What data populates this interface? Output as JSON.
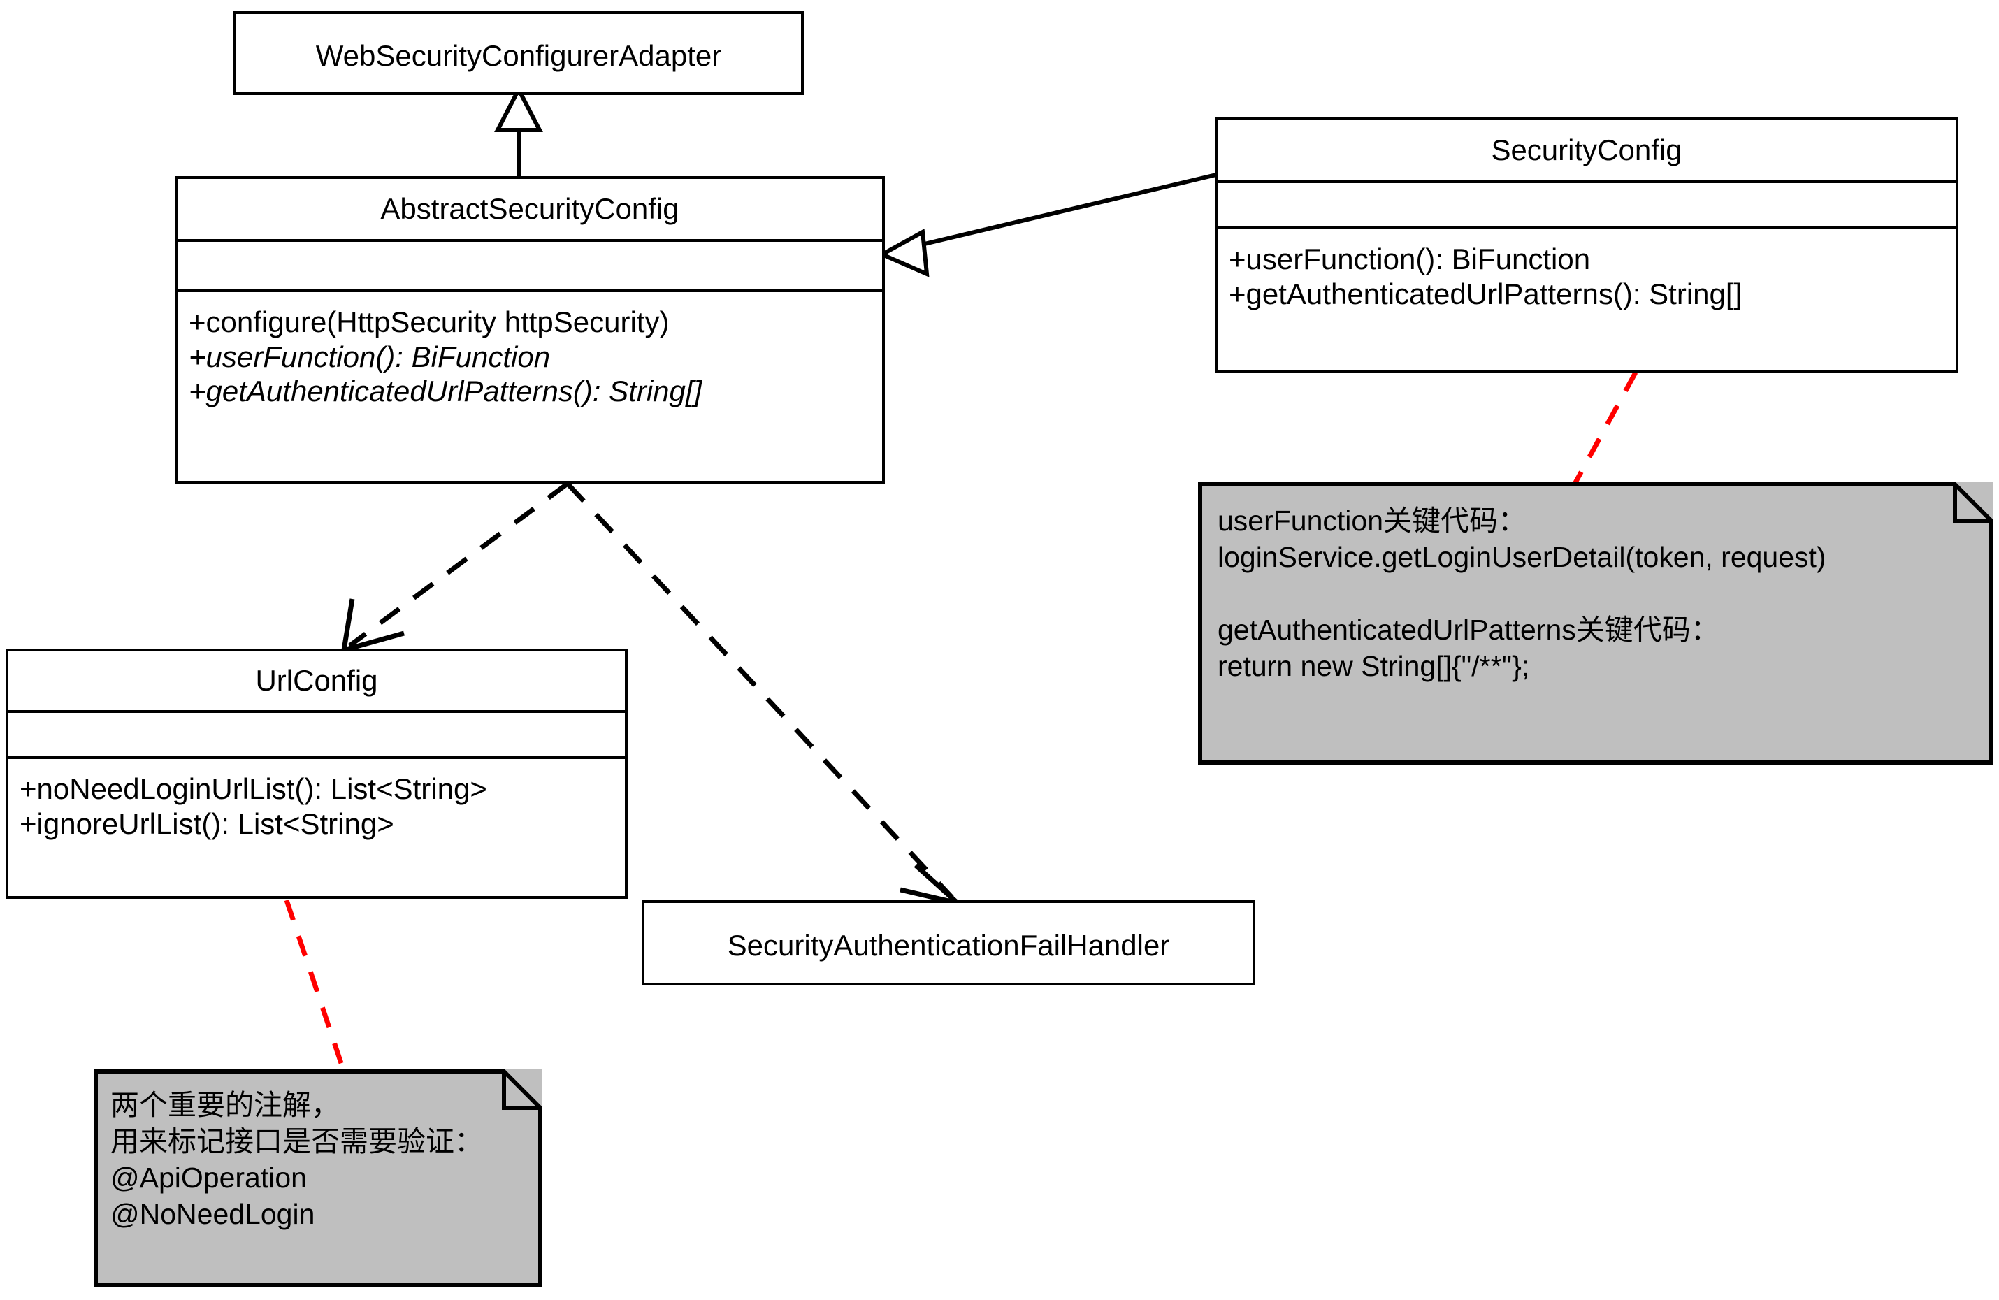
{
  "diagram": {
    "title": "Spring Security Config Class Diagram",
    "background": "#ffffff",
    "note_fill": "#bfbfbf",
    "note_link_color": "#ff0000",
    "line_color": "#000000"
  },
  "classes": [
    {
      "id": "web-security-configurer-adapter",
      "name": "WebSecurityConfigurerAdapter",
      "attributes": [],
      "operations": []
    },
    {
      "id": "abstract-security-config",
      "name": "AbstractSecurityConfig",
      "attributes": [],
      "operations": [
        {
          "text": "+configure(HttpSecurity httpSecurity)",
          "abstract": false
        },
        {
          "text": "+userFunction():  BiFunction",
          "abstract": true
        },
        {
          "text": "+getAuthenticatedUrlPatterns():  String[]",
          "abstract": true
        }
      ]
    },
    {
      "id": "security-config",
      "name": "SecurityConfig",
      "attributes": [],
      "operations": [
        {
          "text": "+userFunction():  BiFunction",
          "abstract": false
        },
        {
          "text": "+getAuthenticatedUrlPatterns():  String[]",
          "abstract": false
        }
      ]
    },
    {
      "id": "url-config",
      "name": "UrlConfig",
      "attributes": [],
      "operations": [
        {
          "text": "+noNeedLoginUrlList():  List<String>",
          "abstract": false
        },
        {
          "text": "+ignoreUrlList():  List<String>",
          "abstract": false
        }
      ]
    },
    {
      "id": "security-authentication-fail-handler",
      "name": "SecurityAuthenticationFailHandler",
      "attributes": [],
      "operations": []
    }
  ],
  "notes": [
    {
      "id": "note-security-config",
      "lines": [
        "userFunction关键代码：",
        "loginService.getLoginUserDetail(token, request)",
        "",
        "getAuthenticatedUrlPatterns关键代码：",
        "return new String[]{\"/**\"};"
      ]
    },
    {
      "id": "note-url-config",
      "lines": [
        "两个重要的注解，",
        "用来标记接口是否需要验证：",
        "@ApiOperation",
        "@NoNeedLogin"
      ]
    }
  ],
  "relations": [
    {
      "id": "generalization-abstract-to-adapter",
      "type": "generalization",
      "from": "AbstractSecurityConfig",
      "to": "WebSecurityConfigurerAdapter",
      "style": "solid"
    },
    {
      "id": "generalization-securityconfig-to-abstract",
      "type": "generalization",
      "from": "SecurityConfig",
      "to": "AbstractSecurityConfig",
      "style": "solid"
    },
    {
      "id": "dependency-abstract-to-urlconfig",
      "type": "dependency",
      "from": "AbstractSecurityConfig",
      "to": "UrlConfig",
      "style": "dashed"
    },
    {
      "id": "dependency-abstract-to-failhandler",
      "type": "dependency",
      "from": "AbstractSecurityConfig",
      "to": "SecurityAuthenticationFailHandler",
      "style": "dashed"
    },
    {
      "id": "note-link-security-config",
      "type": "note-link",
      "from": "SecurityConfig",
      "to": "note-security-config",
      "style": "dashed-red"
    },
    {
      "id": "note-link-url-config",
      "type": "note-link",
      "from": "UrlConfig",
      "to": "note-url-config",
      "style": "dashed-red"
    }
  ]
}
